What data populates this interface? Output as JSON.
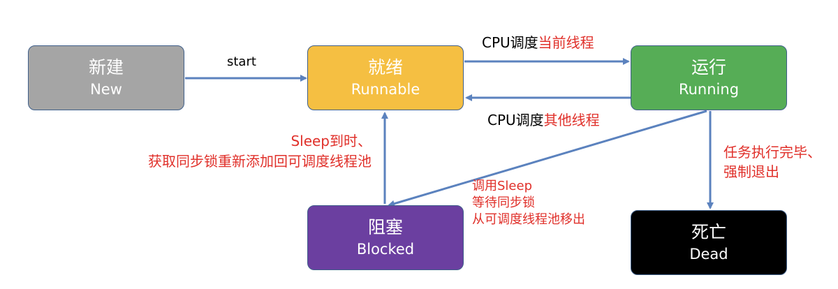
{
  "colors": {
    "arrow": "#5b82be",
    "highlight": "#e0302a",
    "new": "#a5a5a5",
    "runnable": "#f5bf42",
    "running": "#56ad56",
    "blocked": "#6b3fa0",
    "dead": "#000000"
  },
  "nodes": {
    "new": {
      "cn": "新建",
      "en": "New"
    },
    "runnable": {
      "cn": "就绪",
      "en": "Runnable"
    },
    "running": {
      "cn": "运行",
      "en": "Running"
    },
    "blocked": {
      "cn": "阻塞",
      "en": "Blocked"
    },
    "dead": {
      "cn": "死亡",
      "en": "Dead"
    }
  },
  "edges": {
    "start": {
      "label": "start"
    },
    "schedule_current": {
      "prefix": "CPU调度",
      "highlight": "当前线程"
    },
    "schedule_other": {
      "prefix": "CPU调度",
      "highlight": "其他线程"
    },
    "wake": {
      "lines": [
        "Sleep到时、",
        "获取同步锁重新添加回可调度线程池"
      ]
    },
    "sleep": {
      "lines": [
        "调用Sleep",
        "等待同步锁",
        "从可调度线程池移出"
      ]
    },
    "finish": {
      "lines": [
        "任务执行完毕、",
        "强制退出"
      ]
    }
  }
}
